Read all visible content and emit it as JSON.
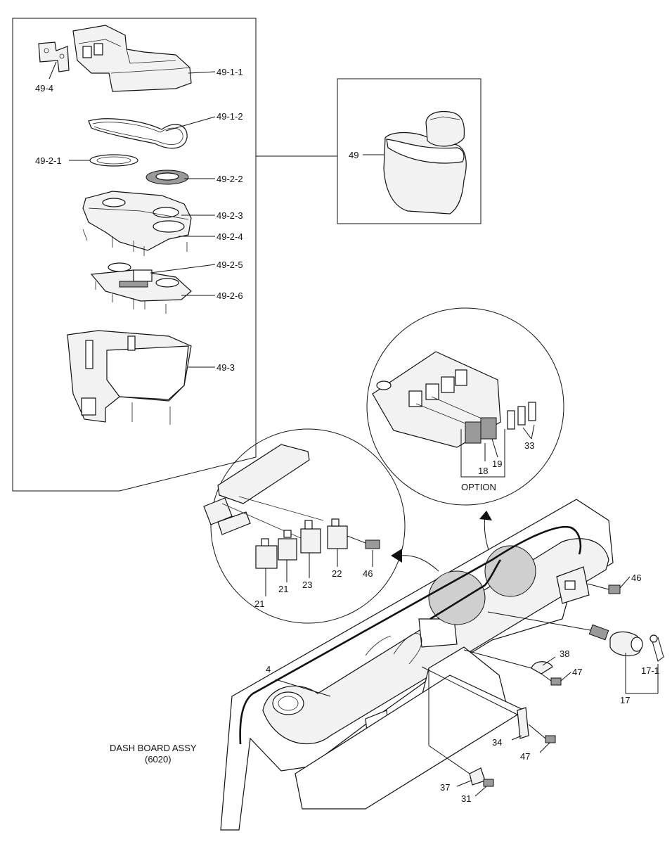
{
  "labels": {
    "l49_4": "49-4",
    "l49_1_1": "49-1-1",
    "l49_1_2": "49-1-2",
    "l49_2_1": "49-2-1",
    "l49_2_2": "49-2-2",
    "l49_2_3": "49-2-3",
    "l49_2_4": "49-2-4",
    "l49_2_5": "49-2-5",
    "l49_2_6": "49-2-6",
    "l49_3": "49-3",
    "l49": "49",
    "l18": "18",
    "l19": "19",
    "l33": "33",
    "option": "OPTION",
    "l21a": "21",
    "l21b": "21",
    "l23": "23",
    "l22": "22",
    "l46a": "46",
    "l46b": "46",
    "l38": "38",
    "l47a": "47",
    "l47b": "47",
    "l17": "17",
    "l17_1": "17-1",
    "l4": "4",
    "l34": "34",
    "l37": "37",
    "l31": "31",
    "dash_title": "DASH BOARD ASSY",
    "dash_code": "(6020)"
  }
}
